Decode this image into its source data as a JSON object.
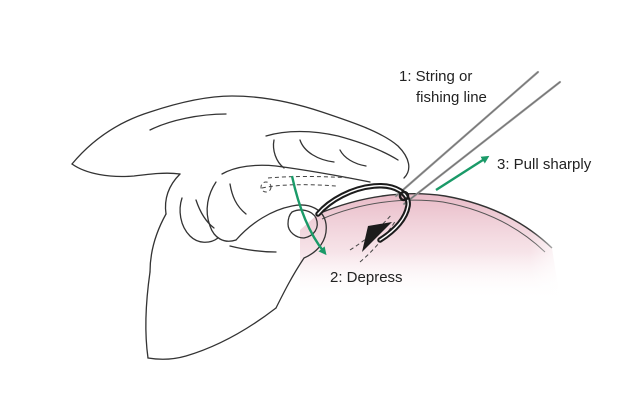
{
  "labels": {
    "string_line1": "1: String or",
    "string_line2": "fishing line",
    "depress": "2: Depress",
    "pull": "3: Pull sharply"
  },
  "colors": {
    "arrow": "#1a9a68",
    "skin_tint": "#e7b7c4",
    "outline": "#333333",
    "hook": "#1c1c1c",
    "line": "#9a9a9a"
  }
}
